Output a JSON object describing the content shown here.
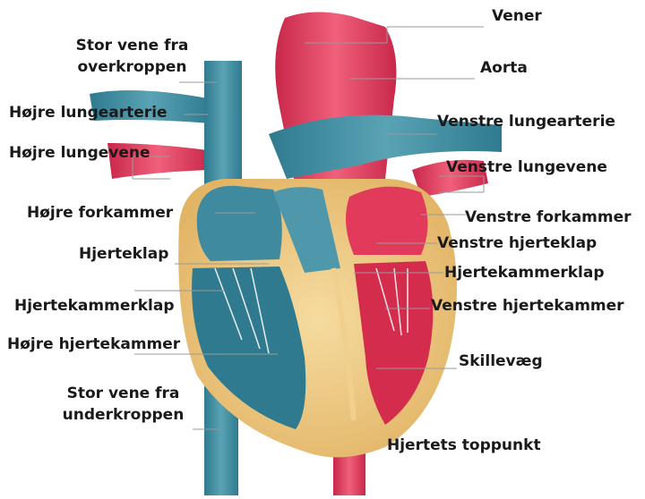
{
  "labels": {
    "vener": "Vener",
    "stor_vene_overkroppen": "Stor vene fra overkroppen",
    "aorta": "Aorta",
    "hojre_lungearterie": "Højre lungearterie",
    "venstre_lungearterie": "Venstre lungearterie",
    "hojre_lungevene": "Højre lungevene",
    "venstre_lungevene": "Venstre lungevene",
    "hojre_forkammer": "Højre forkammer",
    "venstre_forkammer": "Venstre forkammer",
    "venstre_hjerteklap": "Venstre hjerteklap",
    "hjerteklap": "Hjerteklap",
    "hjertekammerklap_right": "Hjertekammerklap",
    "hjertekammerklap_left": "Hjertekammerklap",
    "venstre_hjertekammer": "Venstre hjertekammer",
    "hojre_hjertekammer": "Højre hjertekammer",
    "skillevaeg": "Skillevæg",
    "stor_vene_underkroppen": "Stor vene fra underkroppen",
    "hjertets_toppunkt": "Hjertets toppunkt"
  },
  "colors": {
    "oxygen_rich": "#e23a5a",
    "oxygen_poor": "#3f8a9e",
    "muscle": "#e8c27a"
  }
}
